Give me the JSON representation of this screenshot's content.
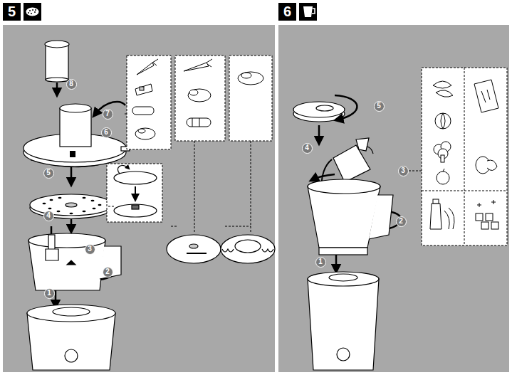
{
  "diagram": {
    "nodes": [
      {
        "text": [
          "5"
        ]
      },
      {
        "text": [
          "6"
        ]
      }
    ],
    "labels": [
      "8",
      "7",
      "6",
      "5",
      "4",
      "3",
      "2",
      "1",
      "5",
      "4",
      "3",
      "2",
      "1"
    ]
  }
}
